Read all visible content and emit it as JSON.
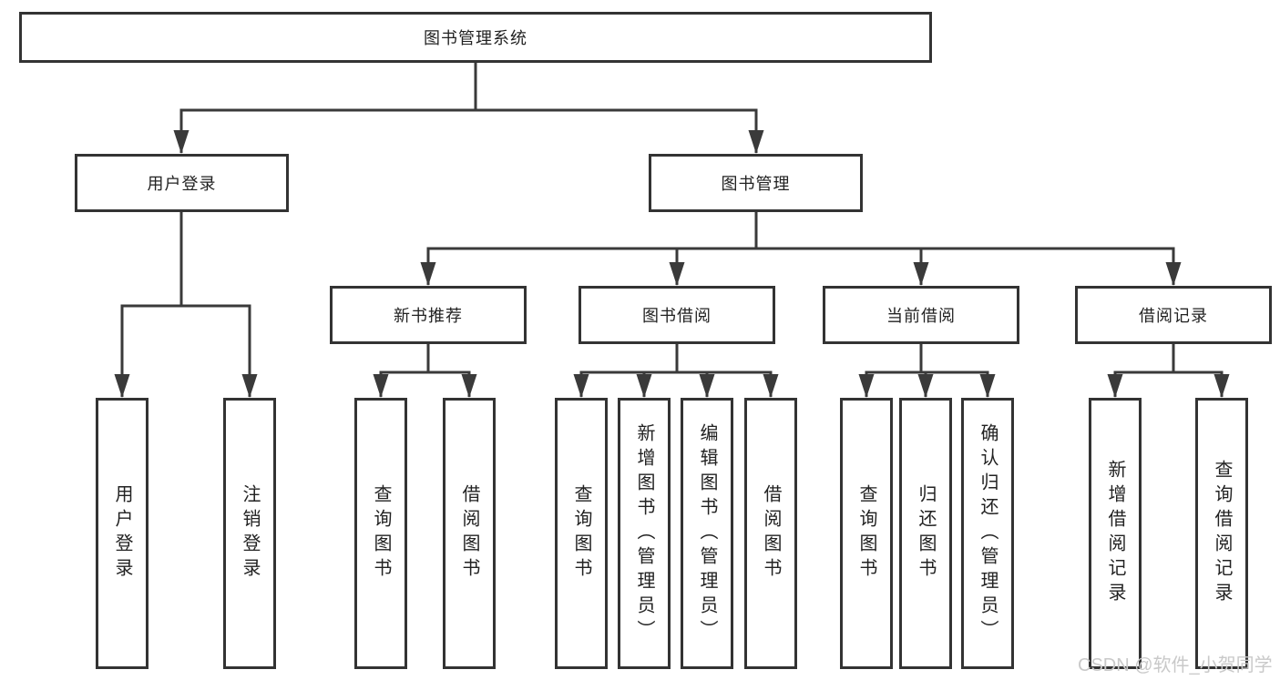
{
  "diagram_title": "图书管理系统",
  "nodes": {
    "root": "图书管理系统",
    "user_login": "用户登录",
    "book_mgmt": "图书管理",
    "new_book_rec": "新书推荐",
    "book_borrow": "图书借阅",
    "current_borrow": "当前借阅",
    "borrow_record": "借阅记录",
    "ul_login": "用户登录",
    "ul_logout": "注销登录",
    "nr_query": "查询图书",
    "nr_borrow": "借阅图书",
    "bb_query": "查询图书",
    "bb_add": "新增图书（管理员）",
    "bb_edit": "编辑图书（管理员）",
    "bb_borrow": "借阅图书",
    "cb_query": "查询图书",
    "cb_return": "归还图书",
    "cb_confirm": "确认归还（管理员）",
    "br_add": "新增借阅记录",
    "br_query": "查询借阅记录"
  },
  "watermark": "CSDN @软件_小贺同学",
  "colors": {
    "line": "#3a3a3a",
    "box_border": "#333333",
    "text": "#222222",
    "watermark": "#c9c9c9",
    "background": "#ffffff"
  }
}
